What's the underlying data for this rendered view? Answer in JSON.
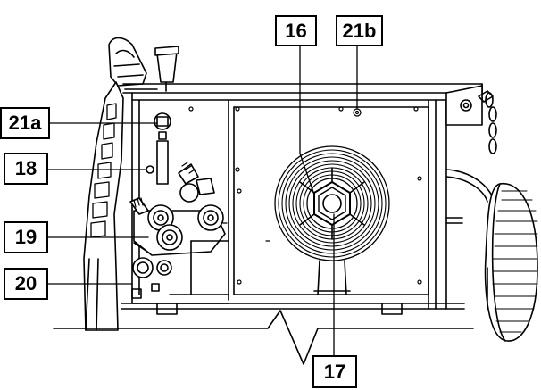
{
  "callouts": [
    {
      "id": "16",
      "label": "16"
    },
    {
      "id": "21b",
      "label": "21b"
    },
    {
      "id": "21a",
      "label": "21a"
    },
    {
      "id": "18",
      "label": "18"
    },
    {
      "id": "19",
      "label": "19"
    },
    {
      "id": "20",
      "label": "20"
    },
    {
      "id": "17",
      "label": "17"
    }
  ],
  "colors": {
    "line": "#000000",
    "background": "#ffffff"
  }
}
